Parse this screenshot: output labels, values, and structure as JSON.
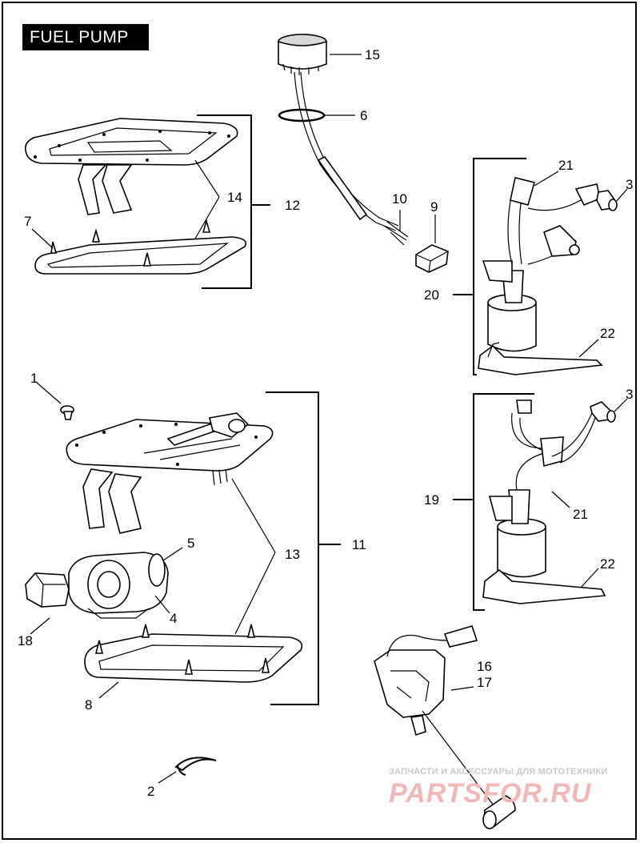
{
  "title": "FUEL PUMP",
  "callouts": {
    "c1": "1",
    "c2": "2",
    "c3a": "3",
    "c3b": "3",
    "c4": "4",
    "c5": "5",
    "c6": "6",
    "c7": "7",
    "c8": "8",
    "c9": "9",
    "c10": "10",
    "c11": "11",
    "c12": "12",
    "c13": "13",
    "c14": "14",
    "c15": "15",
    "c16": "16",
    "c17": "17",
    "c18": "18",
    "c19": "19",
    "c20": "20",
    "c21a": "21",
    "c21b": "21",
    "c22a": "22",
    "c22b": "22"
  },
  "watermark": {
    "tagline": "ЗАПЧАСТИ И АКСЕССУАРЫ ДЛЯ МОТОТЕХНИКИ",
    "logo": "PARTSFOR.RU",
    "logo_color": "#e88a8a"
  }
}
